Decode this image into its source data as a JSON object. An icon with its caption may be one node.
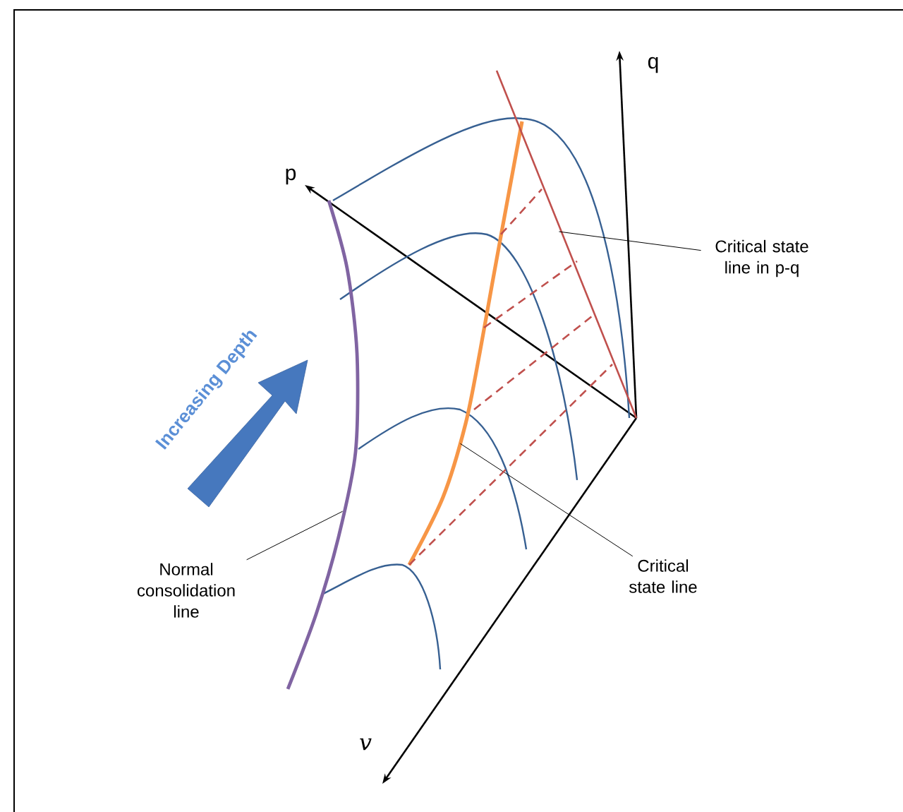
{
  "diagram": {
    "nodes": [
      {
        "text": [
          "Critical state line in p-q"
        ]
      },
      {
        "text": [
          "Critical state line"
        ]
      },
      {
        "text": [
          "Normal consolidation line"
        ]
      },
      {
        "text": [],
        "shape": "curve"
      },
      {
        "text": [],
        "shape": "curve"
      },
      {
        "text": [],
        "shape": "line"
      }
    ],
    "edges": [
      {
        "from": 0,
        "to": 5,
        "arrow": "none",
        "color": "#000000"
      },
      {
        "from": 1,
        "to": 4,
        "arrow": "none",
        "color": "#000000"
      },
      {
        "from": 2,
        "to": 3,
        "arrow": "none",
        "color": "#000000"
      },
      {
        "from": 4,
        "to": 5,
        "arrow": "none",
        "style": "dashed",
        "color": "#c0504d"
      },
      {
        "from": 4,
        "to": 5,
        "arrow": "none",
        "style": "dashed",
        "color": "#c0504d"
      },
      {
        "from": 4,
        "to": 5,
        "arrow": "none",
        "style": "dashed",
        "color": "#c0504d"
      },
      {
        "from": 4,
        "to": 5,
        "arrow": "none",
        "style": "dashed",
        "color": "#c0504d"
      }
    ],
    "labels": [
      "q",
      "p",
      "Increasing Depth",
      "v"
    ]
  }
}
